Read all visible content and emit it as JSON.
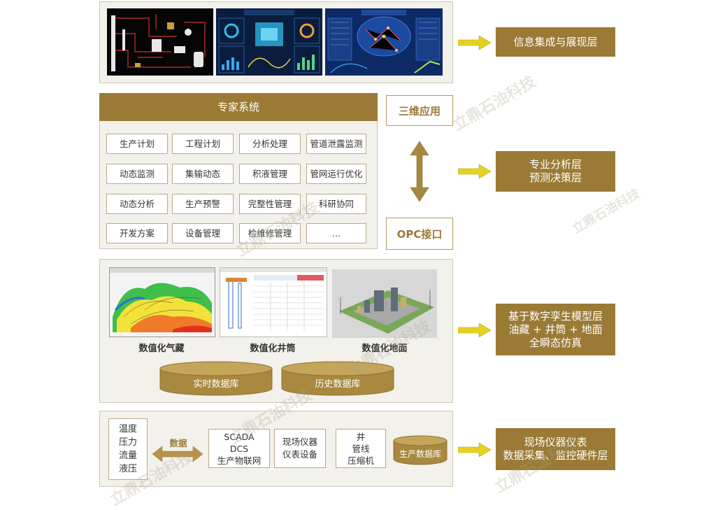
{
  "layers": {
    "presentation": "信息集成与展现层",
    "analysis": "专业分析层\n预测决策层",
    "twin": "基于数字孪生模型层\n油藏 + 井筒 + 地面\n全瞬态仿真",
    "field": "现场仪器仪表\n数据采集、监控硬件层"
  },
  "expert": {
    "title": "专家系统",
    "modules": [
      "生产计划",
      "工程计划",
      "分析处理",
      "管道泄露监测",
      "动态监测",
      "集输动态",
      "积液管理",
      "管网运行优化",
      "动态分析",
      "生产预警",
      "完整性管理",
      "科研协同",
      "开发方案",
      "设备管理",
      "检维修管理",
      "…"
    ]
  },
  "side": {
    "three_d": "三维应用",
    "opc": "OPC接口"
  },
  "twin": {
    "captions": [
      "数值化气藏",
      "数值化井筒",
      "数值化地面"
    ],
    "databases": [
      "实时数据库",
      "历史数据库"
    ]
  },
  "field": {
    "sensors": "温度\n压力\n流量\n液压",
    "data_label": "数据",
    "scada": "SCADA\nDCS\n生产物联网",
    "instruments": "现场仪器\n仪表设备",
    "wells": "井\n管线\n压缩机",
    "db": "生产数据库"
  },
  "watermark": "立鼎石油科技",
  "colors": {
    "gold": "#9a7a35",
    "arrow": "#e6d21e",
    "panel": "#f3f1ec"
  }
}
